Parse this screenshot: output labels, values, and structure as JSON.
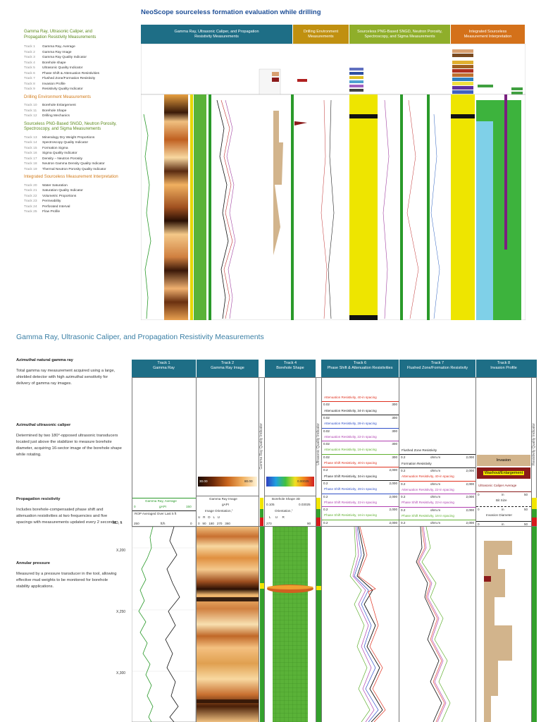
{
  "page_title": "NeoScope sourceless formation evaluation while drilling",
  "legend": {
    "group1": {
      "title": "Gamma Ray, Ultrasonic Caliper, and Propagation Resistivity Measurements",
      "items": [
        {
          "num": "Track 1",
          "label": "Gamma Ray, Average"
        },
        {
          "num": "Track 2",
          "label": "Gamma Ray Image"
        },
        {
          "num": "Track 3",
          "label": "Gamma Ray Quality Indicator"
        },
        {
          "num": "Track 4",
          "label": "Borehole shape"
        },
        {
          "num": "Track 5",
          "label": "Ultrasonic Quality Indicator"
        },
        {
          "num": "Track 6",
          "label": "Phase Shift & Attenuation Resistivities"
        },
        {
          "num": "Track 7",
          "label": "Flushed Zone/Formation Resistivity"
        },
        {
          "num": "Track 8",
          "label": "Invasion Profile"
        },
        {
          "num": "Track 9",
          "label": "Resistivity Quality Indicator"
        }
      ]
    },
    "group2": {
      "title": "Drilling Environment Measurements",
      "items": [
        {
          "num": "Track 10",
          "label": "Borehole Enlargement"
        },
        {
          "num": "Track 11",
          "label": "Borehole Shape"
        },
        {
          "num": "Track 12",
          "label": "Drilling Mechanics"
        }
      ]
    },
    "group3": {
      "title": "Sourceless PNG-Based SNGD, Neutron Porosity, Spectroscopy, and Sigma Measurements",
      "items": [
        {
          "num": "Track 13",
          "label": "Mineralogy Dry Weight Proportions"
        },
        {
          "num": "Track 14",
          "label": "Spectroscopy Quality Indicator"
        },
        {
          "num": "Track 15",
          "label": "Formation Sigma"
        },
        {
          "num": "Track 16",
          "label": "Sigma Quality Indicator"
        },
        {
          "num": "Track 17",
          "label": "Density – Neutron Porosity"
        },
        {
          "num": "Track 18",
          "label": "Neutron Gamma Density Quality Indicator"
        },
        {
          "num": "Track 19",
          "label": "Thermal Neutron Porosity Quality Indicator"
        }
      ]
    },
    "group4": {
      "title": "Integrated Sourceless Measurement Interpretation",
      "items": [
        {
          "num": "Track 20",
          "label": "Water Saturation"
        },
        {
          "num": "Track 21",
          "label": "Saturation Quality Indicator"
        },
        {
          "num": "Track 22",
          "label": "Volumetric Proportions"
        },
        {
          "num": "Track 23",
          "label": "Permeability"
        },
        {
          "num": "Track 24",
          "label": "Perforated Interval"
        },
        {
          "num": "Track 25",
          "label": "Flow Profile"
        }
      ]
    }
  },
  "top_headers": [
    {
      "label": "Gamma Ray, Ultrasonic Caliper, and Propagation Resistivity Measurements",
      "color": "#1e6e86"
    },
    {
      "label": "Drilling Environment Measurements",
      "color": "#c09010"
    },
    {
      "label": "Sourceless PNG-Based SNGD, Neutron Porosity, Spectroscopy, and Sigma Measurements",
      "color": "#8fae2a"
    },
    {
      "label": "Integrated Sourceless Measurement Interpretation",
      "color": "#d4711a"
    }
  ],
  "section_title": "Gamma Ray, Ultrasonic Caliper, and Propagation Resistivity Measurements",
  "sidebar": [
    {
      "heading": "Azimuthal natural gamma ray",
      "text": "Total gamma ray measurement acquired using a large, shielded detector with high azimuthal sensitivity for delivery of gamma ray images."
    },
    {
      "heading": "Azimuthal ultrasonic caliper",
      "text": "Determined by two 180°-opposed ultrasonic transducers located just above the stabilizer to measure borehole diameter, acquiring 16-sector image of the borehole shape while rotating."
    },
    {
      "heading": "Propagation resistivity",
      "text": "Includes borehole-compensated phase shift and attenuation resistivities at two frequencies and five spacings with measurements updated every 2 seconds."
    },
    {
      "heading": "Annular pressure",
      "text": "Measured by a pressure transducer in the tool, allowing effective mud weights to be monitored for borehole stability applications."
    }
  ],
  "tracks": {
    "t1": "Track 1\nGamma Ray",
    "t2": "Track 2\nGamma Ray Image",
    "t4": "Track 4\nBorehole Shape",
    "t6": "Track 6\nPhase Shift & Attenuation Resistivities",
    "t7": "Track 7\nFlushed Zone/Formation Resistivity",
    "t8": "Track 8\nInvasion Profile"
  },
  "vert_labels": {
    "gr_quality": "Gamma Ray Quality Indicator",
    "us_quality": "Ultrasonic Quality Indicator",
    "res_quality": "Resistivity Quality Indicator"
  },
  "track1_scales": {
    "gr_avg": "Gamma Ray, Average",
    "gr_unit": "gAPI",
    "gr_min": "0",
    "gr_max": "150",
    "rop": "ROP Averaged Over Last 5 ft",
    "rop_min": "250",
    "rop_unit": "ft/h",
    "rop_max": "0",
    "md": "MD, ft"
  },
  "track2_scales": {
    "cb_min": "30.00",
    "cb_max": "80.00",
    "title": "Gamma Ray Image",
    "unit": "gAPI",
    "orient": "Image Orientation,°",
    "letters": "U   R   D   L   U",
    "ticks": "0   90   180   270   360"
  },
  "track4_scales": {
    "cb_max": "0.00025",
    "title": "Borehole Shape 3D",
    "min": "0.105",
    "max": "0.03025",
    "orient": "Orientation,°",
    "letters": "L     U     R",
    "tmin": "270",
    "tmax": "90"
  },
  "track6_curves": [
    {
      "label": "Attenuation Resistivity, 40-in spacing",
      "min": "0.02",
      "max": "300",
      "color": "#e0301e"
    },
    {
      "label": "Attenuation Resistivity, 34-in spacing",
      "min": "0.02",
      "max": "300",
      "color": "#222222"
    },
    {
      "label": "Attenuation Resistivity, 28-in spacing",
      "min": "0.02",
      "max": "300",
      "color": "#3050c8"
    },
    {
      "label": "Attenuation Resistivity, 22-in spacing",
      "min": "0.02",
      "max": "300",
      "color": "#b040b0"
    },
    {
      "label": "Attenuation Resistivity, 16-in spacing",
      "min": "0.02",
      "max": "300",
      "color": "#60b030"
    },
    {
      "label": "Phase Shift Resistivity, 40-in spacing",
      "min": "0.2",
      "max": "2,000",
      "color": "#e0301e"
    },
    {
      "label": "Phase Shift Resistivity, 34-in spacing",
      "min": "0.2",
      "max": "2,000",
      "color": "#222222"
    },
    {
      "label": "Phase Shift Resistivity, 28-in spacing",
      "min": "0.2",
      "max": "2,000",
      "color": "#3050c8"
    },
    {
      "label": "Phase Shift Resistivity, 22-in spacing",
      "min": "0.2",
      "max": "2,000",
      "color": "#b040b0"
    },
    {
      "label": "Phase Shift Resistivity, 16-in spacing",
      "min": "0.2",
      "max": "2,000",
      "color": "#60b030"
    }
  ],
  "track7_curves": [
    {
      "label": "Flushed Zone Resistivity",
      "min": "0.2",
      "unit": "ohm.m",
      "max": "2,000",
      "color": "#222222"
    },
    {
      "label": "Formation Resistivity",
      "min": "0.2",
      "unit": "ohm.m",
      "max": "2,000",
      "color": "#222222"
    },
    {
      "label": "Attenuation Resistivity, 40-in spacing",
      "min": "0.2",
      "unit": "ohm.m",
      "max": "2,000",
      "color": "#e0301e"
    },
    {
      "label": "Attenuation Resistivity, 22-in spacing",
      "min": "0.2",
      "unit": "ohm.m",
      "max": "2,000",
      "color": "#b040b0"
    },
    {
      "label": "Phase Shift Resistivity, 22-in spacing",
      "min": "0.2",
      "unit": "ohm.m",
      "max": "2,000",
      "color": "#b040b0"
    },
    {
      "label": "Phase Shift Resistivity, 16-in spacing",
      "min": "0.2",
      "unit": "ohm.m",
      "max": "2,000",
      "color": "#60b030"
    }
  ],
  "track8": {
    "invasion": "Invasion",
    "washout": "Washout/Enlargement",
    "caliper": "Ultrasonic Caliper Average",
    "cal_min": "0",
    "cal_unit": "in",
    "cal_max": "50",
    "bit": "Bit Size",
    "bit_min": "0",
    "bit_unit": "in",
    "bit_max": "50",
    "inv_diam": "Invasion Diameter",
    "inv_min": "0",
    "inv_unit": "in",
    "inv_max": "50"
  },
  "depths": [
    "X,200",
    "X,250",
    "X,300"
  ],
  "colors": {
    "accent_blue": "#1e6e86",
    "title_blue": "#1f4f97",
    "legend_green": "#5c8a1c",
    "legend_orange": "#d27a18",
    "yellow": "#f2e600",
    "quality_green": "#33a02c",
    "quality_red": "#d7191c"
  }
}
